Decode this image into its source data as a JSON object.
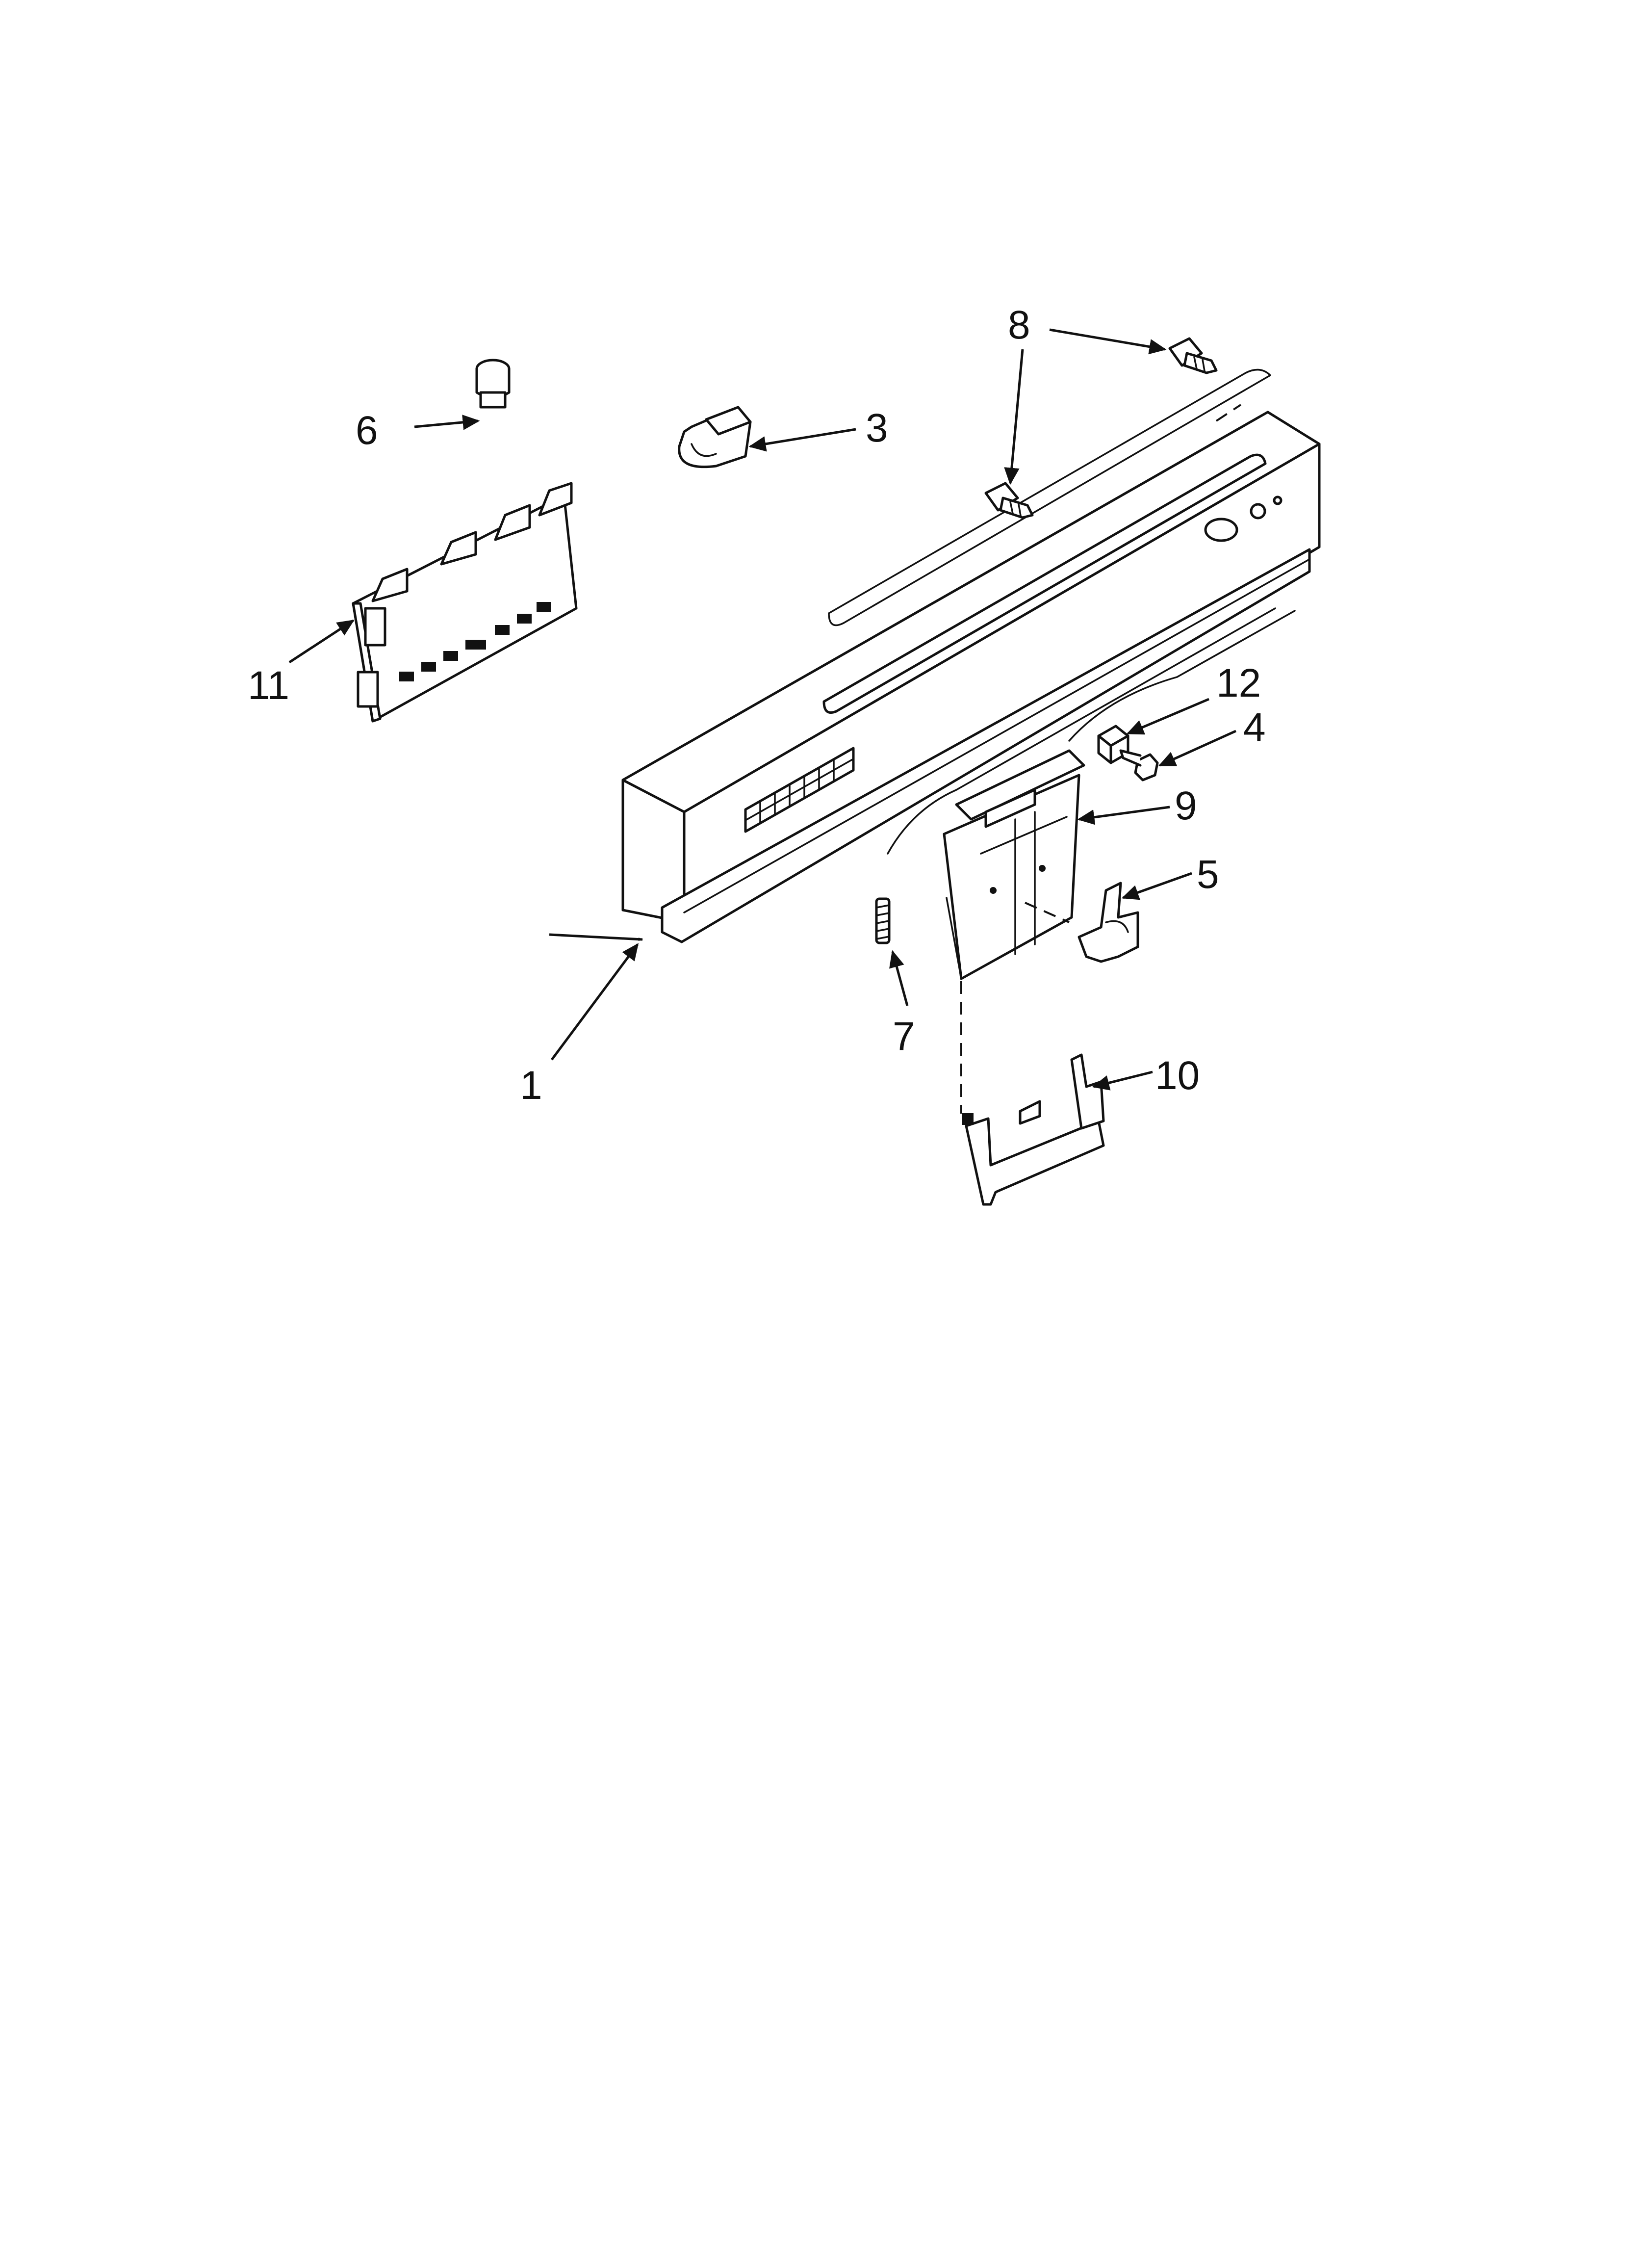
{
  "callouts": {
    "c1": "1",
    "c3": "3",
    "c4": "4",
    "c5": "5",
    "c6": "6",
    "c7": "7",
    "c8": "8",
    "c9": "9",
    "c10": "10",
    "c11": "11",
    "c12": "12"
  },
  "colors": {
    "ink": "#111111",
    "paper": "#ffffff"
  }
}
